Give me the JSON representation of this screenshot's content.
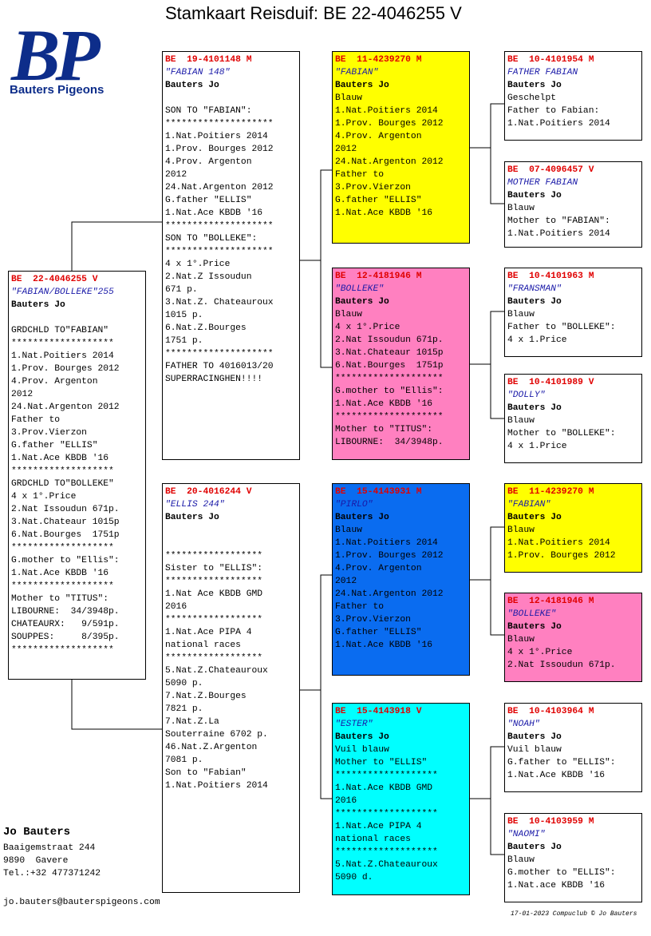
{
  "page": {
    "title": "Stamkaart Reisduif: BE  22-4046255 V"
  },
  "logo": {
    "letters": "BP",
    "text": "Bauters Pigeons"
  },
  "pigeons": [
    {
      "id": "subject",
      "ring": "BE  22-4046255 V",
      "name": "\"FABIAN/BOLLEKE\"255",
      "owner": "Bauters Jo",
      "color_hex": "#ffffff",
      "lines": [
        "",
        "GRDCHLD TO\"FABIAN\"",
        "*******************",
        "1.Nat.Poitiers 2014",
        "1.Prov. Bourges 2012",
        "4.Prov. Argenton",
        "2012",
        "24.Nat.Argenton 2012",
        "Father to",
        "3.Prov.Vierzon",
        "G.father \"ELLIS\"",
        "1.Nat.Ace KBDB '16",
        "*******************",
        "GRDCHLD TO\"BOLLEKE\"",
        "4 x 1°.Price",
        "2.Nat Issoudun 671p.",
        "3.Nat.Chateaur 1015p",
        "6.Nat.Bourges  1751p",
        "*******************",
        "G.mother to \"Ellis\":",
        "1.Nat.Ace KBDB '16",
        "*******************",
        "Mother to \"TITUS\":",
        "LIBOURNE:  34/3948p.",
        "CHATEAURX:   9/591p.",
        "SOUPPES:     8/395p.",
        "*******************"
      ]
    },
    {
      "id": "father",
      "ring": "BE  19-4101148 M",
      "name": "\"FABIAN 148\"",
      "owner": "Bauters Jo",
      "color_hex": "#ffffff",
      "lines": [
        "",
        "SON TO \"FABIAN\":",
        "********************",
        "1.Nat.Poitiers 2014",
        "1.Prov. Bourges 2012",
        "4.Prov. Argenton",
        "2012",
        "24.Nat.Argenton 2012",
        "G.father \"ELLIS\"",
        "1.Nat.Ace KBDB '16",
        "********************",
        "SON TO \"BOLLEKE\":",
        "********************",
        "4 x 1°.Price",
        "2.Nat.Z Issoudun",
        "671 p.",
        "3.Nat.Z. Chateauroux",
        "1015 p.",
        "6.Nat.Z.Bourges",
        "1751 p.",
        "********************",
        "FATHER TO 4016013/20",
        "SUPERRACINGHEN!!!!"
      ]
    },
    {
      "id": "mother",
      "ring": "BE  20-4016244 V",
      "name": "\"ELLIS 244\"",
      "owner": "Bauters Jo",
      "color_hex": "#ffffff",
      "lines": [
        "",
        "",
        "******************",
        "Sister to \"ELLIS\":",
        "******************",
        "1.Nat Ace KBDB GMD",
        "2016",
        "******************",
        "1.Nat.Ace PIPA 4",
        "national races",
        "******************",
        "5.Nat.Z.Chateauroux",
        "5090 p.",
        "7.Nat.Z.Bourges",
        "7821 p.",
        "7.Nat.Z.La",
        "Souterraine 6702 p.",
        "46.Nat.Z.Argenton",
        "7081 p.",
        "Son to \"Fabian\"",
        "1.Nat.Poitiers 2014"
      ]
    },
    {
      "id": "ff",
      "ring": "BE  11-4239270 M",
      "name": "\"FABIAN\"",
      "owner": "Bauters Jo",
      "color_hex": "#ffff00",
      "lines": [
        "Blauw",
        "1.Nat.Poitiers 2014",
        "1.Prov. Bourges 2012",
        "4.Prov. Argenton",
        "2012",
        "24.Nat.Argenton 2012",
        "Father to",
        "3.Prov.Vierzon",
        "G.father \"ELLIS\"",
        "1.Nat.Ace KBDB '16"
      ]
    },
    {
      "id": "fm",
      "ring": "BE  12-4181946 M",
      "name": "\"BOLLEKE\"",
      "owner": "Bauters Jo",
      "color_hex": "#ff80c0",
      "lines": [
        "Blauw",
        "4 x 1°.Price",
        "2.Nat Issoudun 671p.",
        "3.Nat.Chateaur 1015p",
        "6.Nat.Bourges  1751p",
        "********************",
        "G.mother to \"Ellis\":",
        "1.Nat.Ace KBDB '16",
        "********************",
        "Mother to \"TITUS\":",
        "LIBOURNE:  34/3948p."
      ]
    },
    {
      "id": "mf",
      "ring": "BE  15-4143931 M",
      "name": "\"PIRLO\"",
      "owner": "Bauters Jo",
      "color_hex": "#0a6cf0",
      "lines": [
        "Blauw",
        "1.Nat.Poitiers 2014",
        "1.Prov. Bourges 2012",
        "4.Prov. Argenton",
        "2012",
        "24.Nat.Argenton 2012",
        "Father to",
        "3.Prov.Vierzon",
        "G.father \"ELLIS\"",
        "1.Nat.Ace KBDB '16"
      ]
    },
    {
      "id": "mm",
      "ring": "BE  15-4143918 V",
      "name": "\"ESTER\"",
      "owner": "Bauters Jo",
      "color_hex": "#00ffff",
      "lines": [
        "Vuil blauw",
        "Mother to \"ELLIS\"",
        "*******************",
        "1.Nat.Ace KBDB GMD",
        "2016",
        "*******************",
        "1.Nat.Ace PIPA 4",
        "national races",
        "*******************",
        "5.Nat.Z.Chateauroux",
        "5090 d."
      ]
    },
    {
      "id": "fff",
      "ring": "BE  10-4101954 M",
      "name": "FATHER FABIAN",
      "owner": "Bauters Jo",
      "color_hex": "#ffffff",
      "lines": [
        "Geschelpt",
        "Father to Fabian:",
        "1.Nat.Poitiers 2014"
      ]
    },
    {
      "id": "ffm",
      "ring": "BE  07-4096457 V",
      "name": "MOTHER FABIAN",
      "owner": "Bauters Jo",
      "color_hex": "#ffffff",
      "lines": [
        "Blauw",
        "Mother to \"FABIAN\":",
        "1.Nat.Poitiers 2014"
      ]
    },
    {
      "id": "fmf",
      "ring": "BE  10-4101963 M",
      "name": "\"FRANSMAN\"",
      "owner": "Bauters Jo",
      "color_hex": "#ffffff",
      "lines": [
        "Blauw",
        "Father to \"BOLLEKE\":",
        "4 x 1.Price"
      ]
    },
    {
      "id": "fmm",
      "ring": "BE  10-4101989 V",
      "name": "\"DOLLY\"",
      "owner": "Bauters Jo",
      "color_hex": "#ffffff",
      "lines": [
        "Blauw",
        "Mother to \"BOLLEKE\":",
        "4 x 1.Price"
      ]
    },
    {
      "id": "mff",
      "ring": "BE  11-4239270 M",
      "name": "\"FABIAN\"",
      "owner": "Bauters Jo",
      "color_hex": "#ffff00",
      "lines": [
        "Blauw",
        "1.Nat.Poitiers 2014",
        "1.Prov. Bourges 2012"
      ]
    },
    {
      "id": "mfm",
      "ring": "BE  12-4181946 M",
      "name": "\"BOLLEKE\"",
      "owner": "Bauters Jo",
      "color_hex": "#ff80c0",
      "lines": [
        "Blauw",
        "4 x 1°.Price",
        "2.Nat Issoudun 671p."
      ]
    },
    {
      "id": "mmf",
      "ring": "BE  10-4103964 M",
      "name": "\"NOAH\"",
      "owner": "Bauters Jo",
      "color_hex": "#ffffff",
      "lines": [
        "Vuil blauw",
        "G.father to \"ELLIS\":",
        "1.Nat.Ace KBDB '16"
      ]
    },
    {
      "id": "mmm",
      "ring": "BE  10-4103959 M",
      "name": "\"NAOMI\"",
      "owner": "Bauters Jo",
      "color_hex": "#ffffff",
      "lines": [
        "Blauw",
        "G.mother to \"ELLIS\":",
        "1.Nat.ace KBDB '16"
      ]
    }
  ],
  "breeder": {
    "name": "Jo Bauters",
    "address": [
      "Baaigemstraat 244",
      "9890  Gavere",
      "Tel.:+32 477371242"
    ],
    "email": "jo.bauters@bauterspigeons.com"
  },
  "footer": {
    "text": "17-01-2023   Compuclub © Jo Bauters"
  }
}
